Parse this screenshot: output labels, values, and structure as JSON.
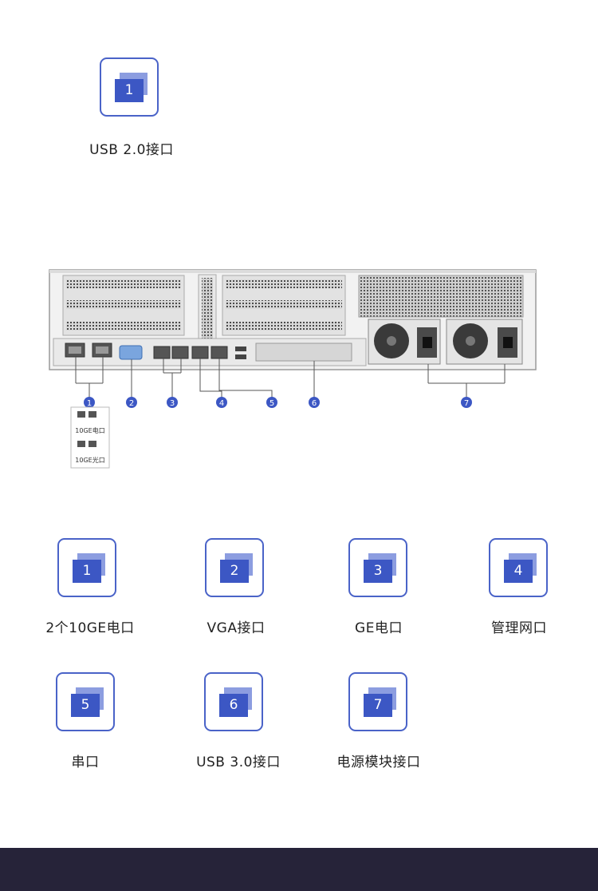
{
  "top_item": {
    "number": "1",
    "label": "USB 2.0接口"
  },
  "diagram": {
    "callout_numbers": [
      "1",
      "2",
      "3",
      "4",
      "5",
      "6",
      "7"
    ],
    "inset_labels": [
      "10GE电口",
      "10GE光口"
    ]
  },
  "legend": [
    {
      "number": "1",
      "label": "2个10GE电口"
    },
    {
      "number": "2",
      "label": "VGA接口"
    },
    {
      "number": "3",
      "label": "GE电口"
    },
    {
      "number": "4",
      "label": "管理网口"
    },
    {
      "number": "5",
      "label": "串口"
    },
    {
      "number": "6",
      "label": "USB 3.0接口"
    },
    {
      "number": "7",
      "label": "电源模块接口"
    }
  ],
  "colors": {
    "accent": "#3c57c4",
    "accent_light": "#8c9de0",
    "footer": "#262339"
  }
}
